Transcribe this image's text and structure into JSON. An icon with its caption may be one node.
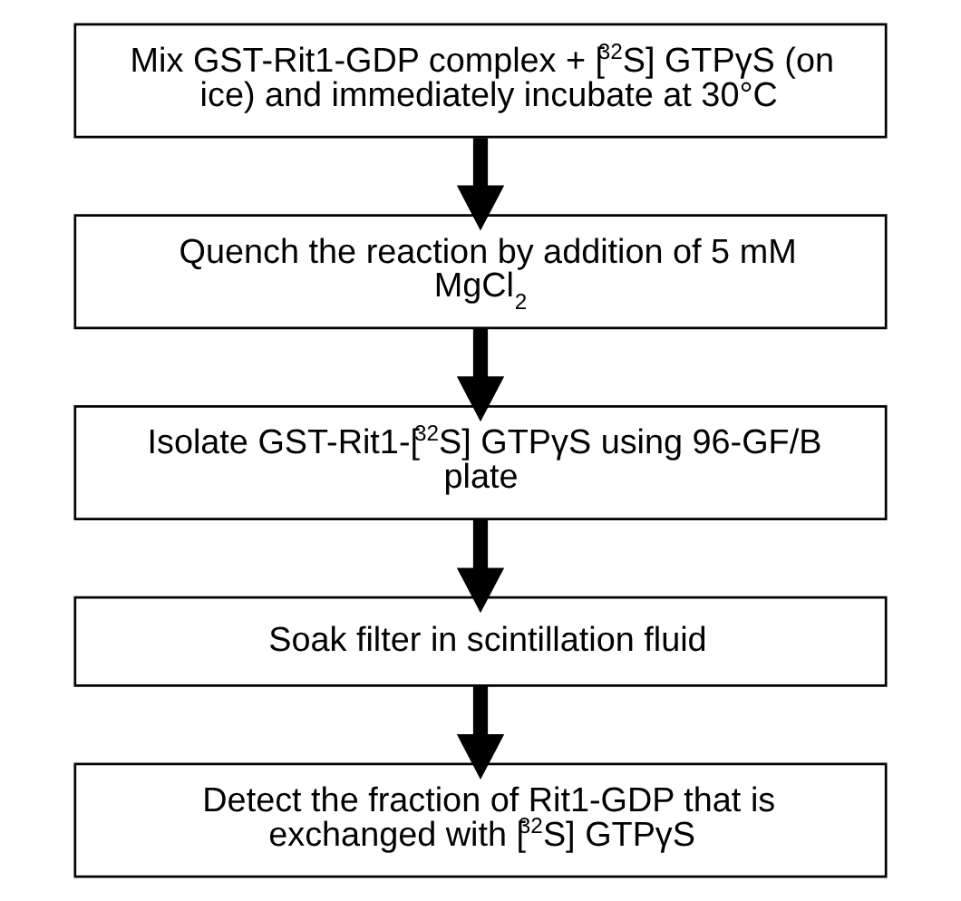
{
  "diagram": {
    "nodes": [
      {
        "text": [
          "Mix GST-Rit1-GDP complex + [$^{32}$S] GTPγS (on ice) and immediately incubate at 30°C"
        ]
      },
      {
        "text": [
          "Quench the reaction by addition of 5 mM MgCl$_{2}$"
        ]
      },
      {
        "text": [
          "Isolate GST-Rit1-[$^{32}$S] GTPγS using 96-GF/B plate"
        ]
      },
      {
        "text": [
          "Soak filter in scintillation fluid"
        ]
      },
      {
        "text": [
          "Detect the fraction of Rit1-GDP that is exchanged with [$^{32}$S] GTPγS"
        ]
      }
    ],
    "edges": [
      {
        "from": 0,
        "to": 1,
        "arrow": "to"
      },
      {
        "from": 1,
        "to": 2,
        "arrow": "to"
      },
      {
        "from": 2,
        "to": 3,
        "arrow": "to"
      },
      {
        "from": 3,
        "to": 4,
        "arrow": "to"
      }
    ]
  }
}
